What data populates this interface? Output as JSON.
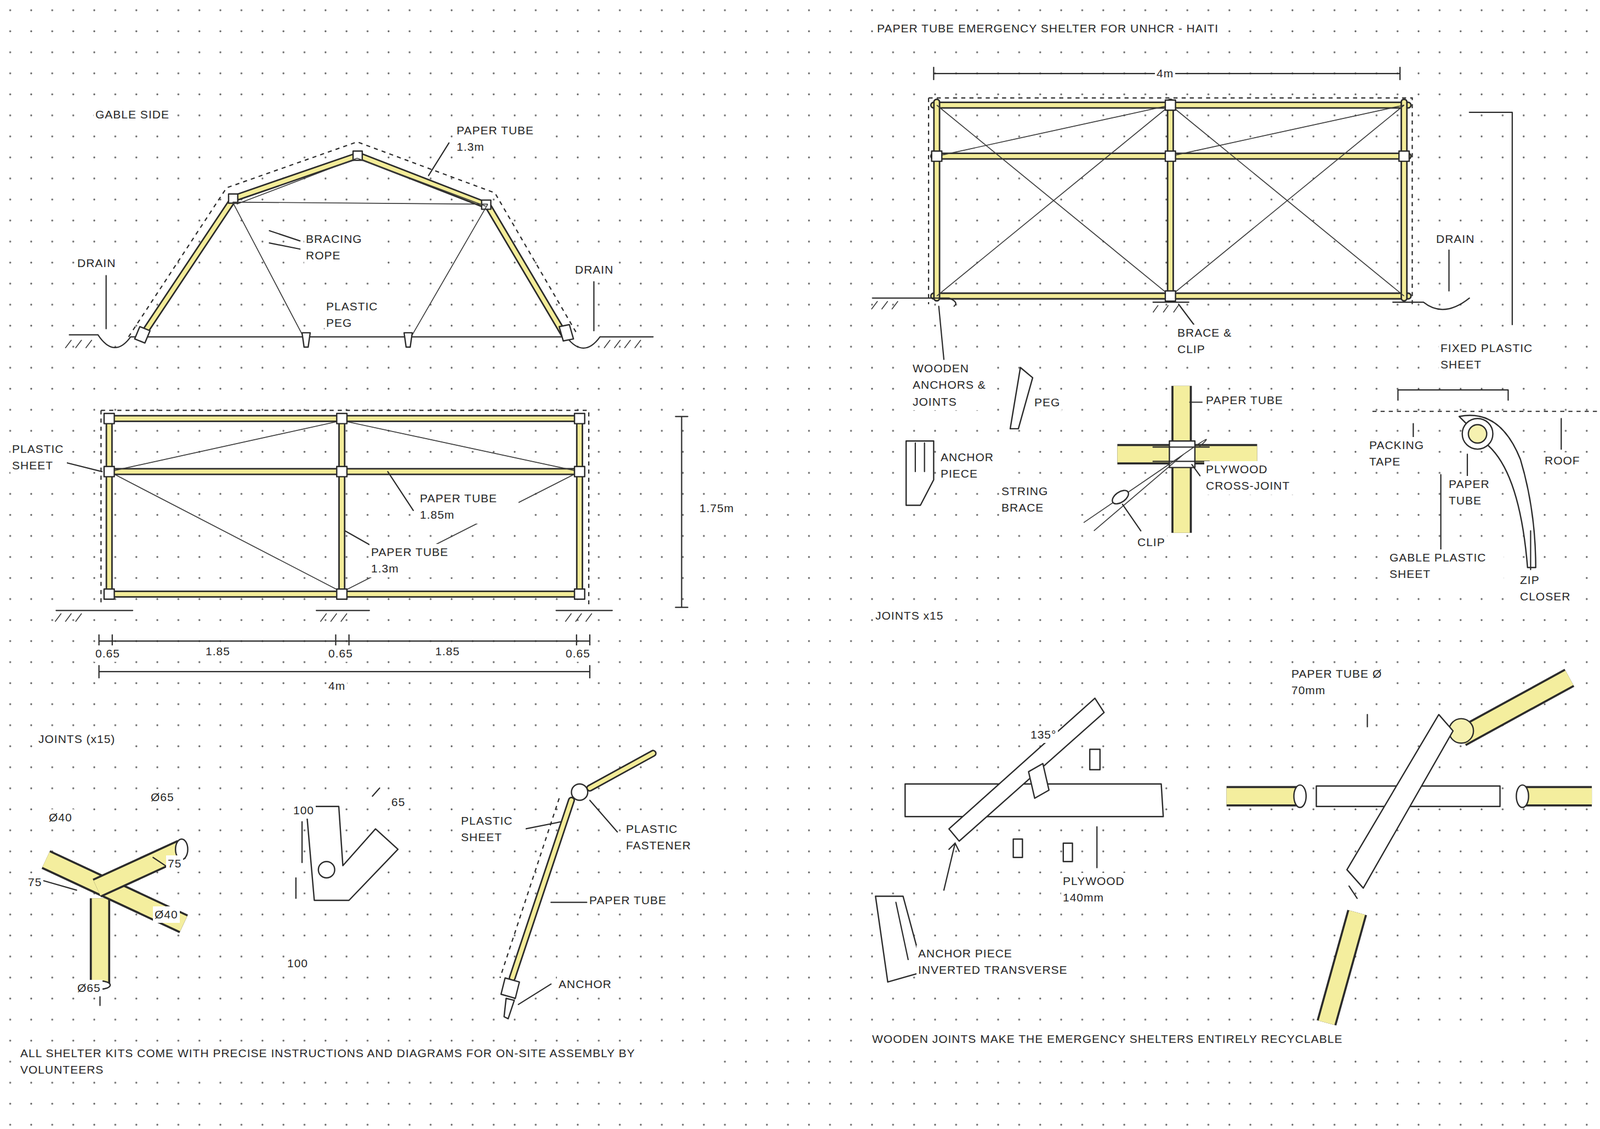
{
  "diagram": {
    "title": "PAPER TUBE EMERGENCY SHELTER FOR UNHCR - HAITI",
    "labels": [
      "GABLE SIDE",
      "PAPER TUBE 1.3m",
      "BRACING ROPE",
      "DRAIN",
      "DRAIN",
      "PLASTIC PEG",
      "PLASTIC SHEET",
      "PAPER TUBE 1.85m",
      "PAPER TUBE 1.3m",
      "1.75m",
      "0.65",
      "1.85",
      "0.65",
      "1.85",
      "0.65",
      "4m",
      "JOINTS (x15)",
      "Ø40",
      "Ø65",
      "75",
      "75",
      "Ø40",
      "Ø65",
      "100",
      "65",
      "100",
      "PLASTIC SHEET",
      "PLASTIC FASTENER",
      "PAPER TUBE",
      "ANCHOR",
      "ALL SHELTER KITS COME WITH PRECISE INSTRUCTIONS AND DIAGRAMS FOR ON-SITE ASSEMBLY BY VOLUNTEERS",
      "4m",
      "DRAIN",
      "BRACE & CLIP",
      "WOODEN ANCHORS & JOINTS",
      "PEG",
      "ANCHOR PIECE",
      "PAPER TUBE",
      "STRING BRACE",
      "PLYWOOD CROSS-JOINT",
      "CLIP",
      "FIXED PLASTIC SHEET",
      "PACKING TAPE",
      "ROOF",
      "PAPER TUBE",
      "GABLE PLASTIC SHEET",
      "ZIP CLOSER",
      "JOINTS x15",
      "135°",
      "PLYWOOD 140mm",
      "ANCHOR PIECE INVERTED TRANSVERSE",
      "PAPER TUBE Ø 70mm",
      "WOODEN JOINTS MAKE THE EMERGENCY SHELTERS ENTIRELY RECYCLABLE"
    ]
  }
}
